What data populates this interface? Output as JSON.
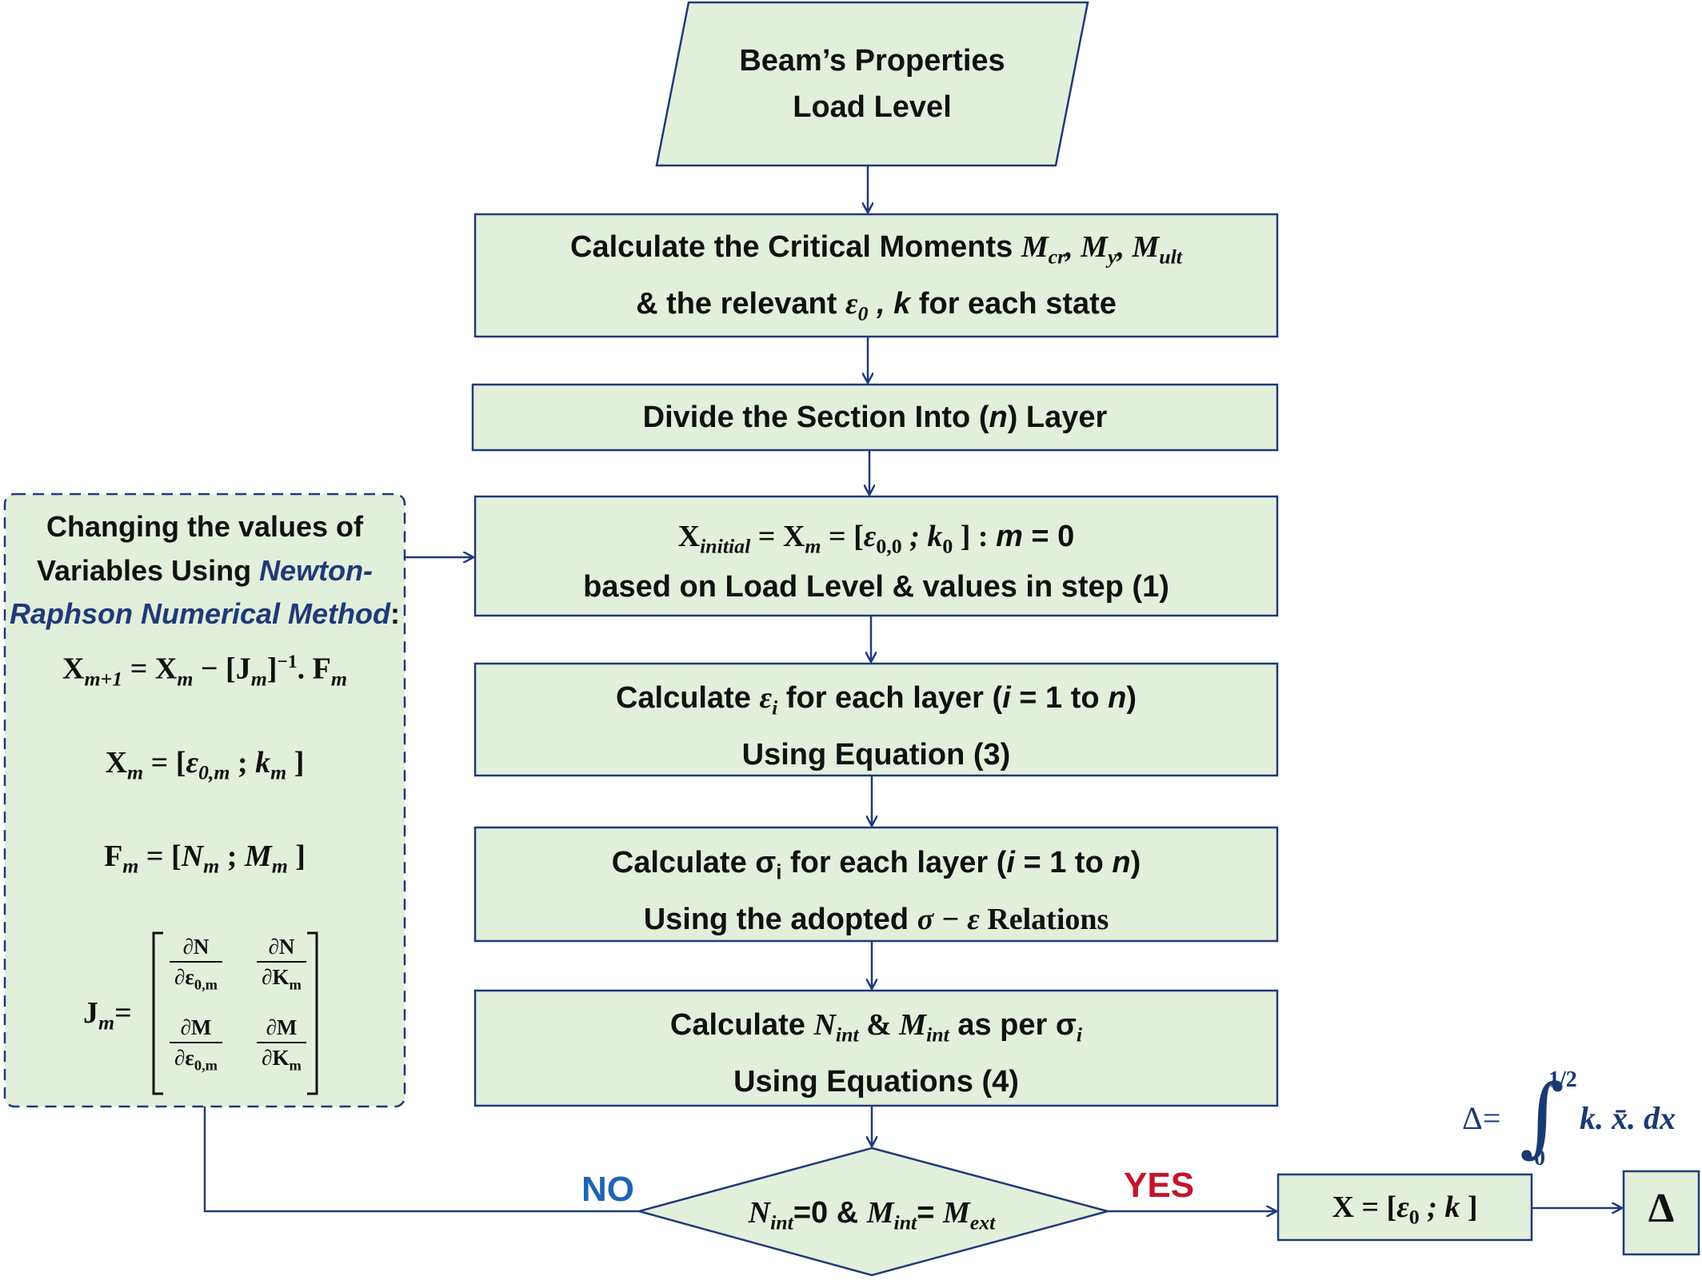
{
  "colors": {
    "box_fill": "#e2efda",
    "stroke": "#1f3a7a",
    "arrow": "#1f3a7a",
    "no": "#1f63b5",
    "yes": "#c2152b"
  },
  "input": {
    "line1": "Beam’s Properties",
    "line2": "Load Level"
  },
  "step1": {
    "prefix": "Calculate the Critical Moments ",
    "eq": "M",
    "eq_sub1": "cr",
    "eq_mid1": ", M",
    "eq_sub2": "y",
    "eq_mid2": ", M",
    "eq_sub3": "ult",
    "line2_prefix": "& the relevant  ",
    "eps": "ε",
    "eps_sub": "0",
    "comma_k": " , k",
    "line2_suffix": " for each state"
  },
  "step2": {
    "prefix": "Divide the Section Into (",
    "var": "n",
    "suffix": ") Layer"
  },
  "step3": {
    "x": "X",
    "x_sub": "initial",
    "eq1": " = X",
    "xm_sub": "m",
    "eq2": " = [",
    "eps": "ε",
    "eps_sub": "0,0",
    "semi": " ;  k",
    "k_sub": "0",
    "close": " ] : ",
    "m": "m",
    "eq_zero": " = 0",
    "line2": "based on Load Level & values in step (1)"
  },
  "step4": {
    "prefix": "Calculate ",
    "eps": "ε",
    "eps_sub": "i",
    "mid": "  for each layer (",
    "i": "i",
    "range": " = 1 to ",
    "n": "n",
    "close": ")",
    "line2": "Using Equation (3)"
  },
  "step5": {
    "prefix": "Calculate ",
    "sigma": "σ",
    "sigma_sub": "i",
    "mid": " for each layer (",
    "i": "i",
    "range": " = 1 to ",
    "n": "n",
    "close": ")",
    "line2_prefix": "Using the adopted  ",
    "rel": "σ − ε",
    "line2_suffix": " Relations"
  },
  "step6": {
    "prefix": "Calculate ",
    "n": "N",
    "n_sub": "int",
    "amp": " & ",
    "m": "M",
    "m_sub": "int",
    "mid": " as per σ",
    "sigma_sub": "i",
    "line2": "Using Equations (4)"
  },
  "decision": {
    "n": "N",
    "n_sub": "int",
    "eq1": "=0 & ",
    "m": "M",
    "m_sub": "int",
    "eq2": "= ",
    "mext": "M",
    "mext_sub": "ext"
  },
  "labels": {
    "no": "NO",
    "yes": "YES"
  },
  "result": {
    "x": "X = [",
    "eps": "ε",
    "eps_sub": "0",
    "semi": " ;  k",
    "close": " ]"
  },
  "delta": {
    "symbol": "Δ",
    "formula_lhs": "Δ=",
    "integral": "∫",
    "upper": "1/2",
    "lower": "0",
    "integrand": "k. x̄. dx"
  },
  "sidebar": {
    "line1": "Changing the values of",
    "line2_prefix": "Variables Using ",
    "line2_method": "Newton-",
    "line3_method": "Raphson Numerical Method",
    "line3_suffix": ":",
    "update": {
      "x": "X",
      "sub1": "m+1",
      "eq": " =  X",
      "sub2": "m",
      "minus": " − [J",
      "sub3": "m",
      "inv": "]",
      "sup": "−1",
      "dot": ". F",
      "sub4": "m"
    },
    "xm": {
      "x": "X",
      "sub": "m",
      "eq": " = [",
      "eps": "ε",
      "eps_sub": "0,m",
      "semi": " ; ",
      "k": "k",
      "k_sub": "m",
      "close": " ]"
    },
    "fm": {
      "f": "F",
      "sub": "m",
      "eq": " = [",
      "n": "N",
      "n_sub": "m",
      "semi": " ; ",
      "m": "M",
      "m_sub": "m",
      "close": " ]"
    },
    "jm": {
      "j": "J",
      "sub": "m",
      "eq": "=",
      "d_n": "∂N",
      "d_m": "∂M",
      "d_eps": "∂ε",
      "eps_sub": "0,m",
      "d_k": "∂K",
      "k_sub": "m"
    }
  }
}
